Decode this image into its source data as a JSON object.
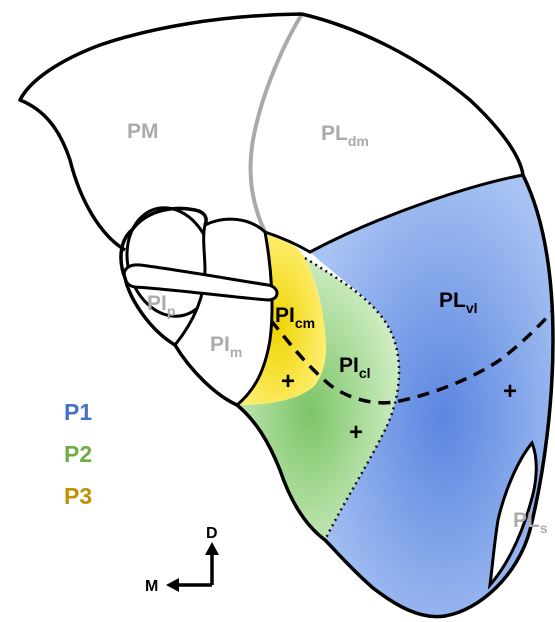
{
  "regions": {
    "pm": {
      "main": "PM"
    },
    "pldm": {
      "main": "PL",
      "sub": "dm"
    },
    "plvl": {
      "main": "PL",
      "sub": "vl"
    },
    "plcl": {
      "main": "PI",
      "sub": "cl"
    },
    "plcm": {
      "main": "PI",
      "sub": "cm"
    },
    "plp": {
      "main": "PI",
      "sub": "p"
    },
    "plm": {
      "main": "PI",
      "sub": "m"
    },
    "pls": {
      "main": "PL",
      "sub": "s"
    }
  },
  "markers": {
    "plus": "+"
  },
  "legend": [
    {
      "label": "P1",
      "color": "#4472c4"
    },
    {
      "label": "P2",
      "color": "#70ad47"
    },
    {
      "label": "P3",
      "color": "#bf9000"
    }
  ],
  "compass": {
    "dorsal": "D",
    "medial": "M"
  },
  "colors": {
    "p1_fill": "#6d95e8",
    "p2_fill": "#8fd07a",
    "p3_fill": "#f2e030",
    "outline": "#000000",
    "inner_boundary": "#a6a6a6"
  }
}
